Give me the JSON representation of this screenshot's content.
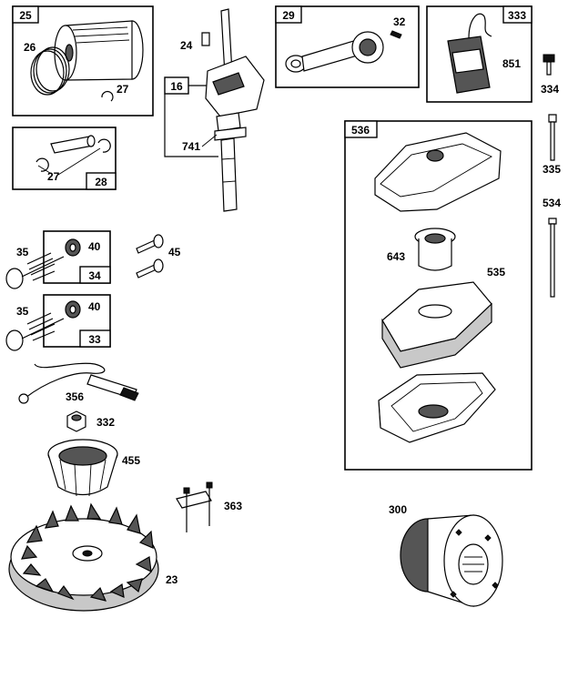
{
  "diagram": {
    "kits": {
      "piston": "25",
      "rod": "29",
      "ignition": "333",
      "air_cleaner": "536",
      "crankshaft": "16",
      "pin_kit": "28",
      "valve_exhaust": "34",
      "valve_intake": "33"
    },
    "parts": {
      "piston_rings": "26",
      "piston_lock": "27",
      "pin_lock": "27",
      "key": "24",
      "rod_bolt": "32",
      "armature_wire": "851",
      "screw_334": "334",
      "screw_335": "335",
      "bolt_534": "534",
      "gear_741": "741",
      "seal_643": "643",
      "filter_535": "535",
      "spring_35a": "35",
      "retainer_40a": "40",
      "spring_35b": "35",
      "retainer_40b": "40",
      "tappet": "45",
      "ground_wire": "356",
      "nut": "332",
      "screen": "455",
      "flywheel": "23",
      "clamp": "363",
      "muffler": "300"
    }
  }
}
